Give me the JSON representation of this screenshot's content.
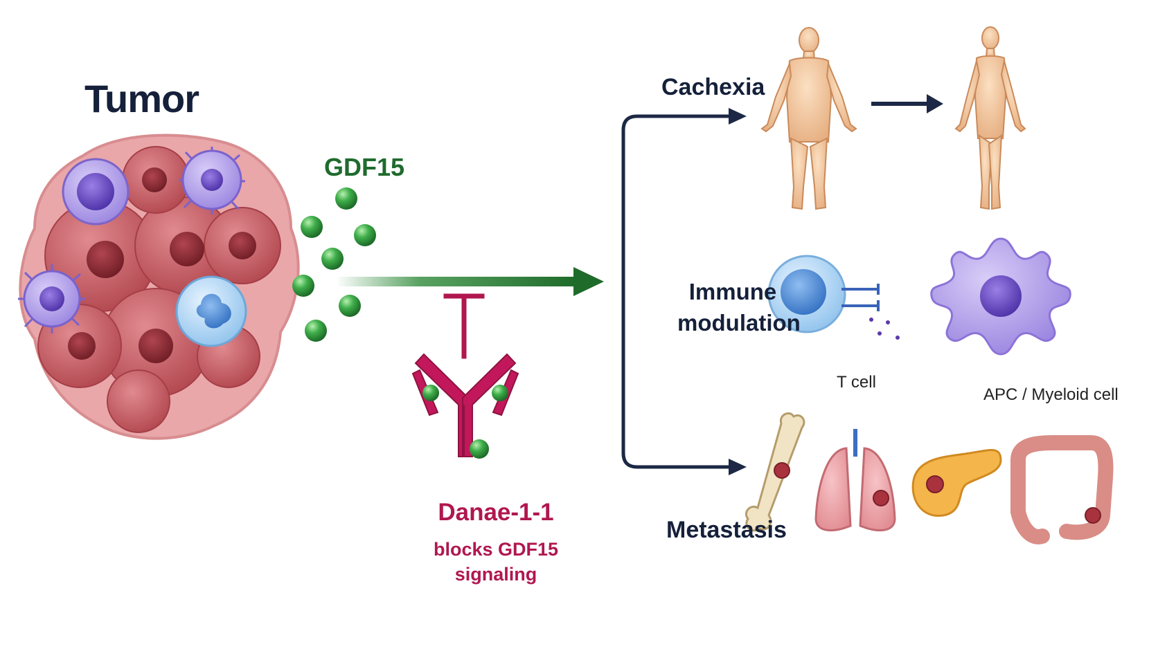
{
  "tumor": {
    "label": "Tumor"
  },
  "ligand": {
    "label": "GDF15",
    "color": "#2f9a3e"
  },
  "antibody": {
    "name": "Danae-1-1",
    "caption_line1": "blocks GDF15",
    "caption_line2": "signaling",
    "color": "#b0174f"
  },
  "outcomes": {
    "cachexia": "Cachexia",
    "immune_line1": "Immune",
    "immune_line2": "modulation",
    "metastasis": "Metastasis"
  },
  "immune_cells": {
    "t_cell": "T cell",
    "apc": "APC / Myeloid cell"
  },
  "icons": {
    "body_normal": "human-body-icon",
    "body_wasted": "wasted-body-icon",
    "organs": [
      "bone-icon",
      "lung-icon",
      "pancreas-icon",
      "colon-icon"
    ]
  },
  "colors": {
    "text_dark": "#15203a",
    "arrow_dark": "#1c2845",
    "tumor": "#c9606a"
  }
}
